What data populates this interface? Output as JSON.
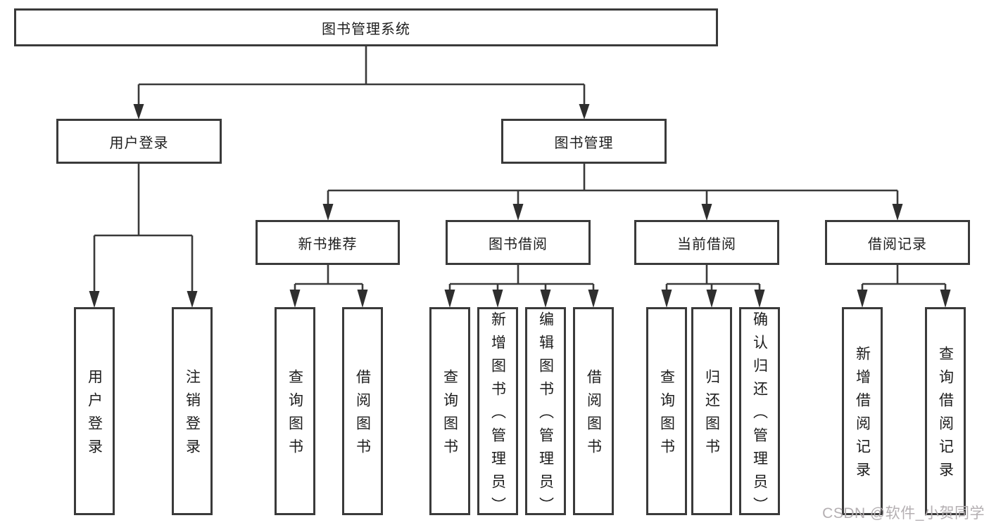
{
  "diagram_title": "图书管理系统",
  "tree": {
    "root": "图书管理系统",
    "level2": [
      {
        "label": "用户登录",
        "leaves": [
          "用户登录",
          "注销登录"
        ]
      },
      {
        "label": "图书管理",
        "children": [
          {
            "label": "新书推荐",
            "leaves": [
              "查询图书",
              "借阅图书"
            ]
          },
          {
            "label": "图书借阅",
            "leaves": [
              "查询图书",
              "新增图书（管理员）",
              "编辑图书（管理员）",
              "借阅图书"
            ]
          },
          {
            "label": "当前借阅",
            "leaves": [
              "查询图书",
              "归还图书",
              "确认归还（管理员）"
            ]
          },
          {
            "label": "借阅记录",
            "leaves": [
              "新增借阅记录",
              "查询借阅记录"
            ]
          }
        ]
      }
    ]
  },
  "watermark": "CSDN @软件_小贺同学",
  "colors": {
    "line": "#3a3a3a",
    "text": "#1d1d1d",
    "background": "#ffffff",
    "watermark": "#b4afb2"
  }
}
